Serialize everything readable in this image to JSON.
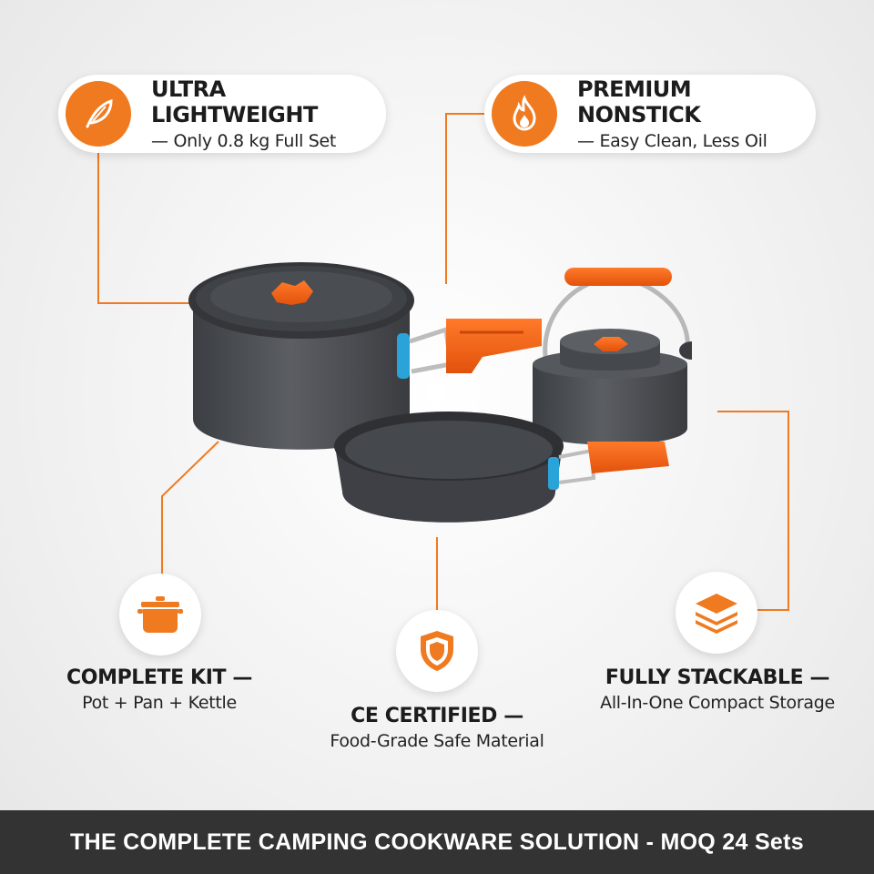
{
  "colors": {
    "accent": "#f07a1f",
    "footer_bg": "#333333",
    "pot_body": "#4a4d52"
  },
  "features": {
    "lightweight": {
      "icon": "feather-icon",
      "title": "ULTRA LIGHTWEIGHT",
      "subtitle": "— Only 0.8 kg Full Set"
    },
    "nonstick": {
      "icon": "flame-icon",
      "title": "PREMIUM NONSTICK",
      "subtitle": "— Easy Clean, Less Oil"
    },
    "kit": {
      "icon": "pot-icon",
      "title": "COMPLETE KIT —",
      "subtitle": "Pot + Pan + Kettle"
    },
    "certified": {
      "icon": "shield-icon",
      "title": "CE CERTIFIED —",
      "subtitle": "Food-Grade Safe Material"
    },
    "stackable": {
      "icon": "layers-icon",
      "title": "FULLY STACKABLE —",
      "subtitle": "All-In-One Compact Storage"
    }
  },
  "footer": {
    "text": "THE COMPLETE CAMPING COOKWARE SOLUTION - MOQ 24 Sets"
  }
}
